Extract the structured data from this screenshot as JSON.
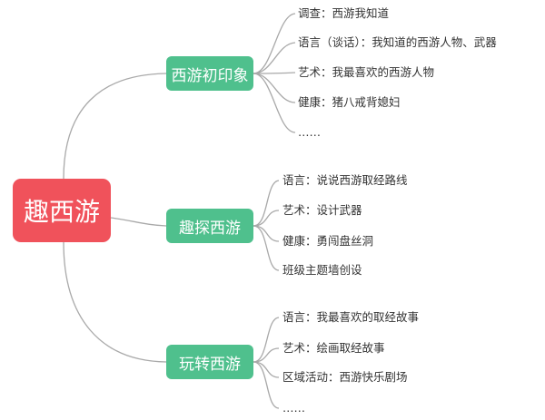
{
  "root": {
    "label": "趣西游"
  },
  "branches": [
    {
      "label": "西游初印象",
      "items": [
        "调查：西游我知道",
        "语言（谈话）：我知道的西游人物、武器",
        "艺术：我最喜欢的西游人物",
        "健康：猪八戒背媳妇",
        "……"
      ]
    },
    {
      "label": "趣探西游",
      "items": [
        "语言：说说西游取经路线",
        "艺术：设计武器",
        "健康：勇闯盘丝洞",
        "班级主题墙创设"
      ]
    },
    {
      "label": "玩转西游",
      "items": [
        "语言：我最喜欢的取经故事",
        "艺术：绘画取经故事",
        "区域活动：西游快乐剧场",
        "……"
      ]
    }
  ],
  "colors": {
    "root": "#f0525b",
    "branch": "#4fc08d",
    "line": "#a9a9a9",
    "text": "#333333"
  }
}
